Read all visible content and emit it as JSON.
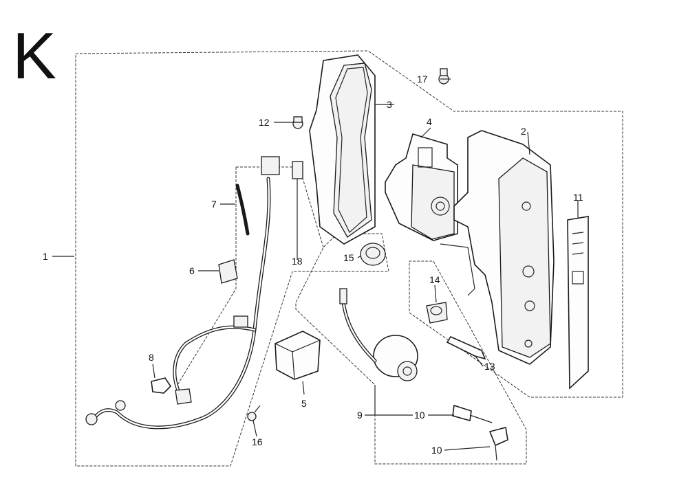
{
  "section_letter": "K",
  "callouts": {
    "c1": "1",
    "c2": "2",
    "c3": "3",
    "c4": "4",
    "c5": "5",
    "c6": "6",
    "c7": "7",
    "c8": "8",
    "c9": "9",
    "c10a": "10",
    "c10b": "10",
    "c10c": "10",
    "c11": "11",
    "c12": "12",
    "c13": "13",
    "c14": "14",
    "c15": "15",
    "c16": "16",
    "c17": "17",
    "c18": "18"
  }
}
